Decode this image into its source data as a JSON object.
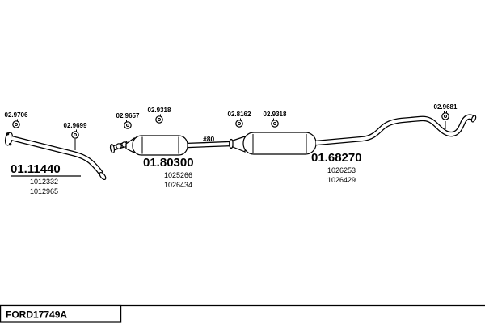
{
  "colors": {
    "ink": "#000000",
    "background": "#ffffff"
  },
  "drawing": {
    "code": "FORD17749A",
    "pipe_size_label": "#80"
  },
  "assemblies": [
    {
      "id": "01.11440",
      "oe": [
        "1012332",
        "1012965"
      ]
    },
    {
      "id": "01.80300",
      "oe": [
        "1025266",
        "1026434"
      ]
    },
    {
      "id": "01.68270",
      "oe": [
        "1026253",
        "1026429"
      ]
    }
  ],
  "hardware": [
    {
      "id": "02.9706"
    },
    {
      "id": "02.9699"
    },
    {
      "id": "02.9657"
    },
    {
      "id": "02.9318"
    },
    {
      "id": "02.8162"
    },
    {
      "id": "02.9318"
    },
    {
      "id": "02.9681"
    }
  ]
}
